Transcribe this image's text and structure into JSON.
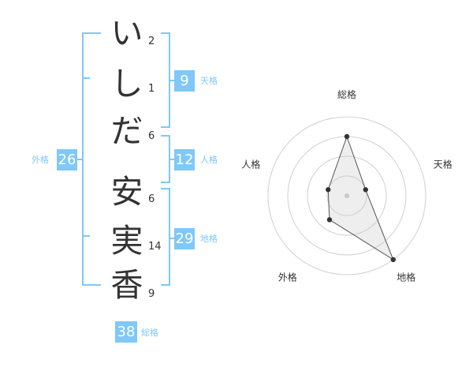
{
  "colors": {
    "accent": "#7fc8f8",
    "text": "#333333"
  },
  "surname": [
    {
      "char": "い",
      "strokes": "2"
    },
    {
      "char": "し",
      "strokes": "1"
    },
    {
      "char": "だ",
      "strokes": "6"
    }
  ],
  "given": [
    {
      "char": "安",
      "strokes": "6"
    },
    {
      "char": "実",
      "strokes": "14"
    },
    {
      "char": "香",
      "strokes": "9"
    }
  ],
  "kaku": {
    "tenkaku": {
      "value": "9",
      "label": "天格"
    },
    "jinkaku": {
      "value": "12",
      "label": "人格"
    },
    "chikaku": {
      "value": "29",
      "label": "地格"
    },
    "gaikaku": {
      "value": "26",
      "label": "外格"
    },
    "soukaku": {
      "value": "38",
      "label": "総格"
    }
  },
  "chart_data": {
    "type": "radar",
    "axes": [
      "総格",
      "天格",
      "地格",
      "外格",
      "人格"
    ],
    "levels": 4,
    "values": [
      3,
      1,
      4,
      1.5,
      1
    ],
    "max": 4
  }
}
